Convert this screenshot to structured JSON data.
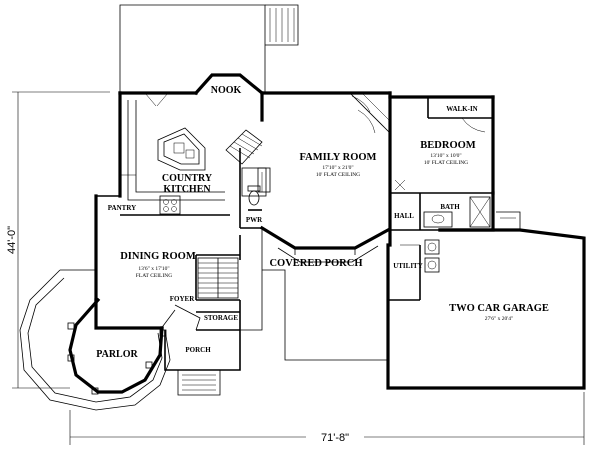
{
  "rooms": {
    "nook": {
      "name": "NOOK"
    },
    "family_room": {
      "name": "FAMILY ROOM",
      "size": "17'10\" x 21'0\"",
      "note": "10' FLAT CEILING"
    },
    "bedroom": {
      "name": "BEDROOM",
      "size": "13'10\" x 10'0\"",
      "note": "10' FLAT CEILING"
    },
    "walk_in": {
      "name": "WALK-IN"
    },
    "country_kitchen": {
      "line1": "COUNTRY",
      "line2": "KITCHEN"
    },
    "pantry": {
      "name": "PANTRY"
    },
    "pwr": {
      "name": "PWR"
    },
    "hall": {
      "name": "HALL"
    },
    "bath": {
      "name": "BATH"
    },
    "dining_room": {
      "name": "DINING ROOM",
      "size": "13'6\" x 17'10\"",
      "note": "FLAT CEILING"
    },
    "covered_porch": {
      "name": "COVERED PORCH"
    },
    "utility": {
      "name": "UTILITY"
    },
    "garage": {
      "name": "TWO CAR GARAGE",
      "size": "27'6\" x 20'4\""
    },
    "foyer": {
      "name": "FOYER"
    },
    "storage": {
      "name": "STORAGE"
    },
    "parlor": {
      "name": "PARLOR"
    },
    "porch": {
      "name": "PORCH"
    }
  },
  "dimensions": {
    "overall_depth": "44'-0\"",
    "overall_width": "71'-8\""
  }
}
